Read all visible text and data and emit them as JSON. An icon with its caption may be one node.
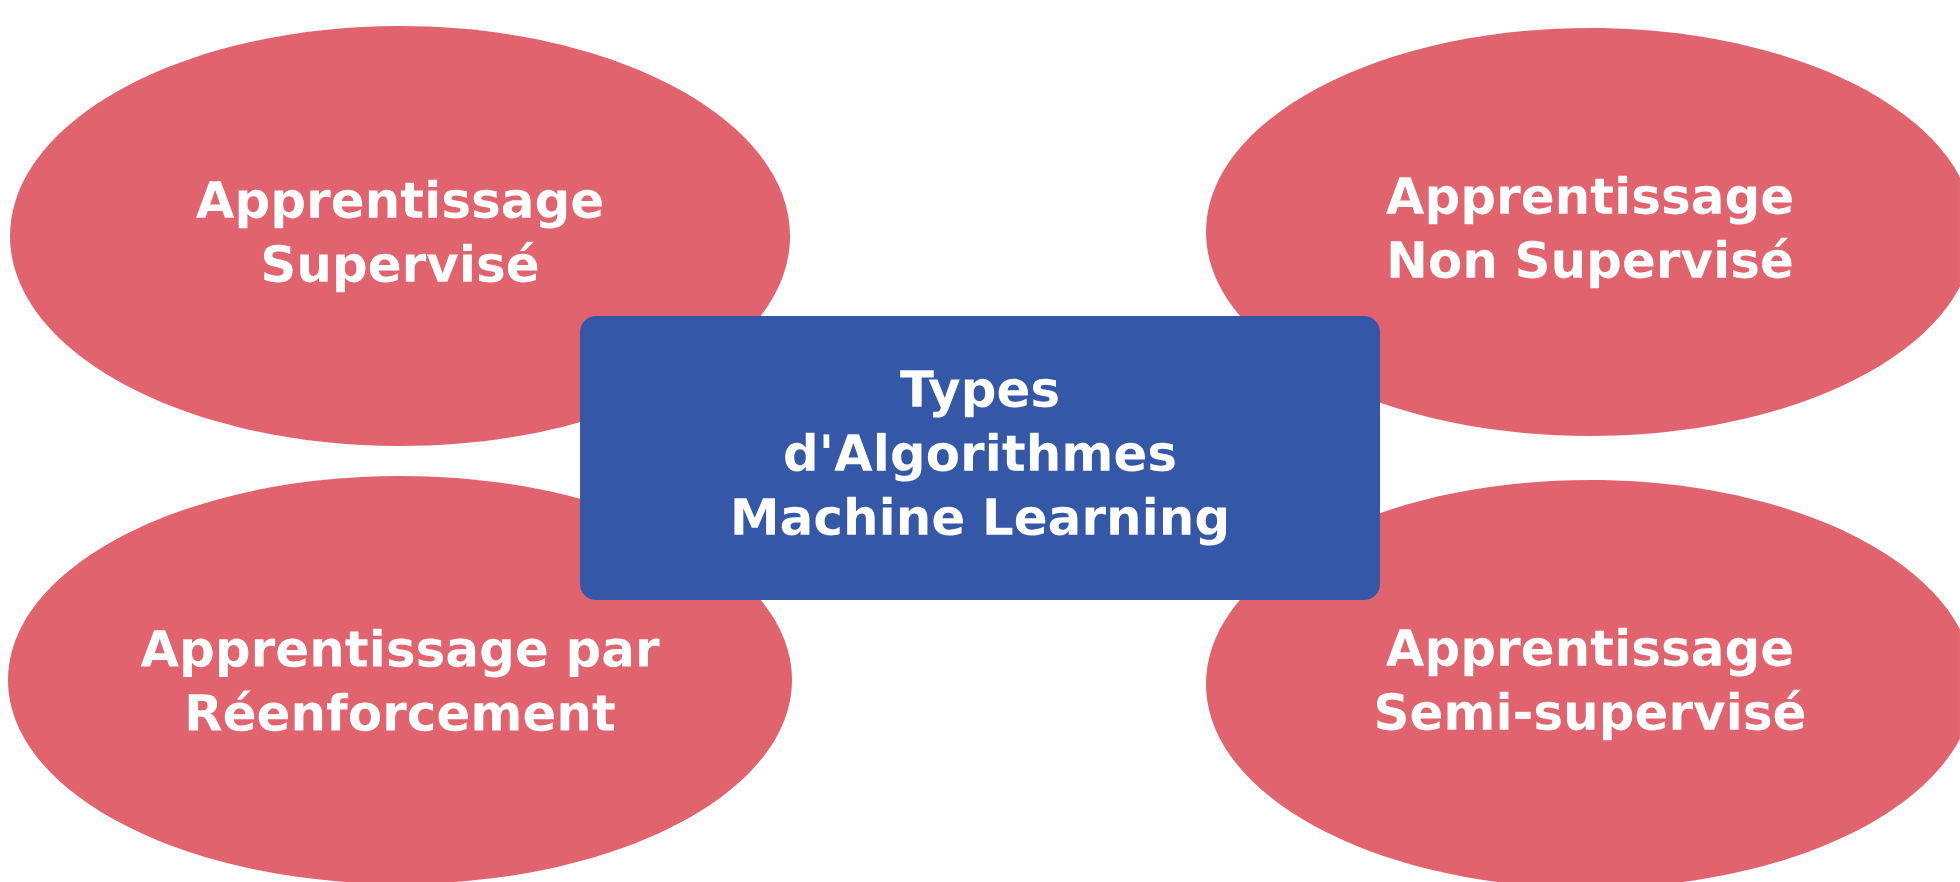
{
  "diagram": {
    "nodes": [
      {
        "text": [
          "Apprentissage Supervisé"
        ]
      },
      {
        "text": [
          "Apprentissage Non Supervisé"
        ]
      },
      {
        "text": [
          "Types d'Algorithmes Machine Learning"
        ]
      },
      {
        "text": [
          "Apprentissage par Réenforcement"
        ]
      },
      {
        "text": [
          "Apprentissage Semi-supervisé"
        ]
      }
    ]
  }
}
